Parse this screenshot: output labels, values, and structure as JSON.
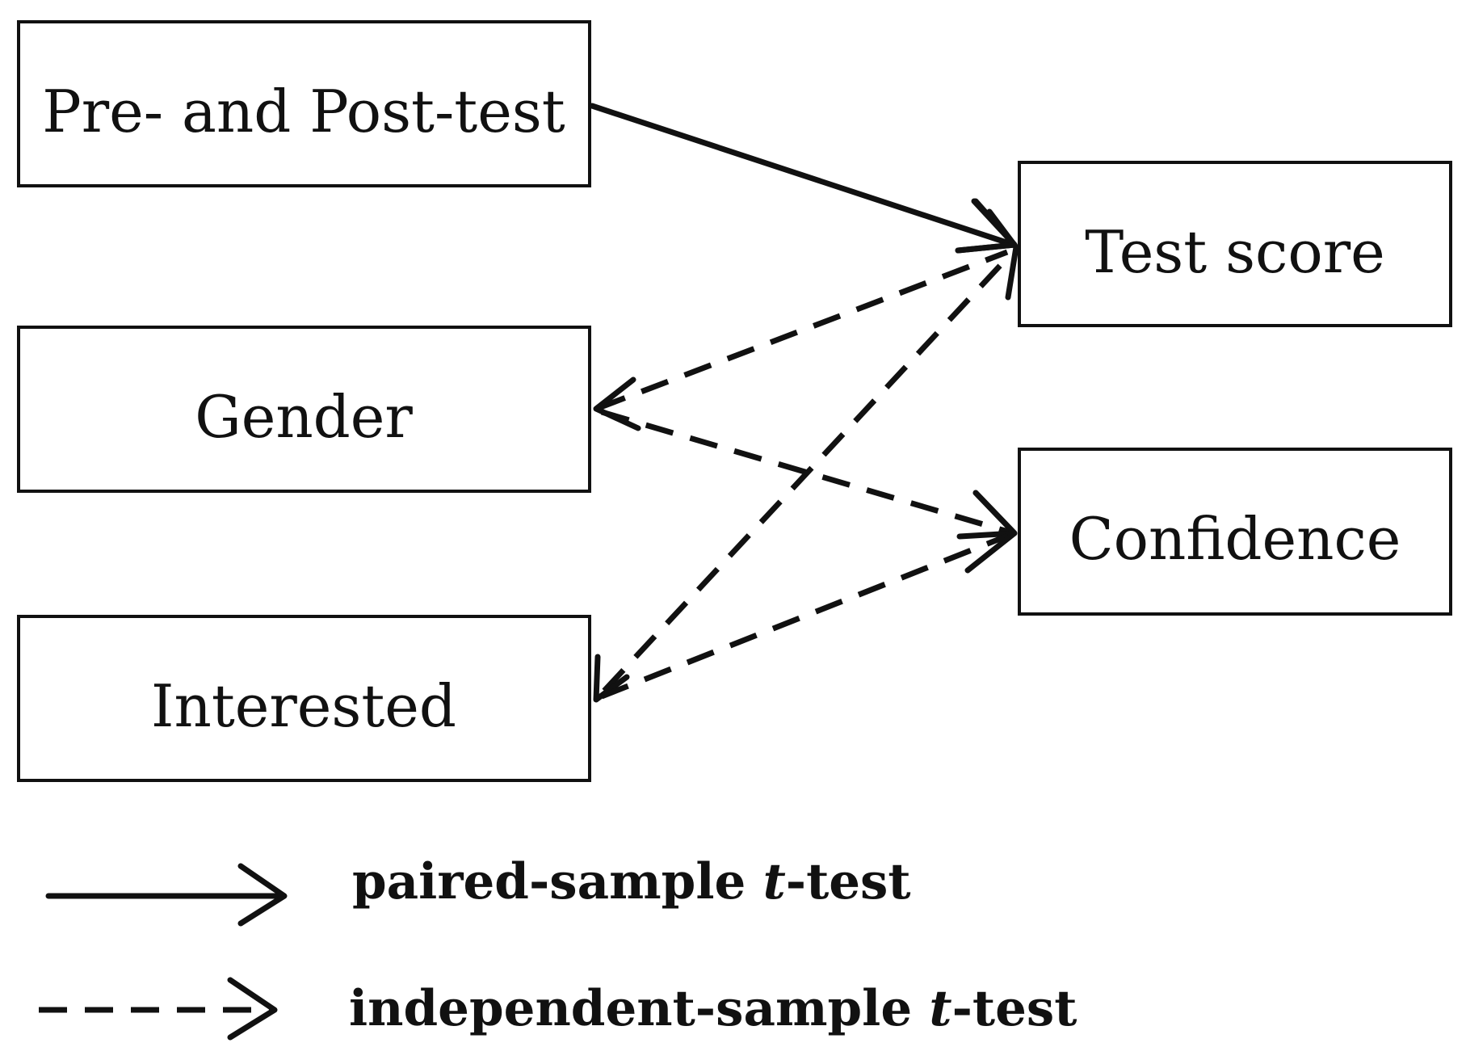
{
  "boxes": {
    "pre_post_test": "Pre- and Post-test",
    "gender": "Gender",
    "interested": "Interested",
    "test_score": "Test score",
    "confidence": "Confidence"
  },
  "legend": {
    "paired": {
      "prefix": "paired-sample ",
      "italic": "t",
      "suffix": "-test"
    },
    "independent": {
      "prefix": "independent-sample ",
      "italic": "t",
      "suffix": "-test"
    }
  },
  "colors": {
    "stroke": "#111111",
    "background": "#ffffff"
  }
}
